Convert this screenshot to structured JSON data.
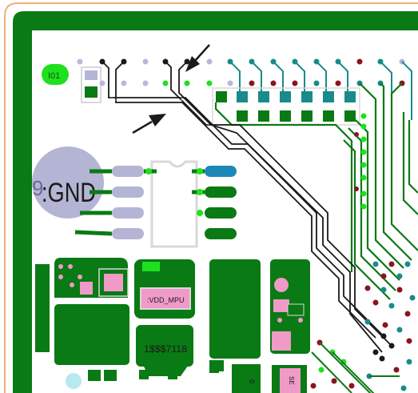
{
  "colors": {
    "background": "#ffffff",
    "board_outline": "#f0b078",
    "copper": "#0a7a14",
    "copper_light": "#3fae3f",
    "trace_dark": "#1a1a1a",
    "via_teal": "#1a8a8a",
    "via_maroon": "#8a1420",
    "via_light": "#b8b8d8",
    "pad_lavender": "#b4b4d4",
    "pad_blue": "#1c88b8",
    "pad_pink": "#f09ac8",
    "bright_green": "#1ee01e",
    "silkscreen": "#d8d8d8"
  },
  "labels": {
    "designator_i01": "I01",
    "net_gnd": ":GND",
    "net_gnd_prefix": "9",
    "net_vdd_mpu": ":VDD_MPU",
    "net_s7118": "1$$$7118",
    "rot_label_1": "0",
    "rot_label_2": "SE"
  },
  "icons": {
    "arrow_top": "arrow-pointer-icon",
    "arrow_left": "arrow-pointer-icon"
  }
}
